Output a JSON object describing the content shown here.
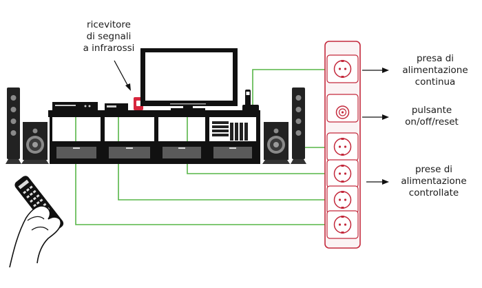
{
  "labels": {
    "ir_receiver": [
      "ricevitore",
      "di segnali",
      "a infrarossi"
    ],
    "continuous_socket": [
      "presa di",
      "alimentazione",
      "continua"
    ],
    "button": [
      "pulsante",
      "on/off/reset"
    ],
    "controlled_sockets": [
      "prese di",
      "alimentazione",
      "controllate"
    ]
  },
  "colors": {
    "wire": "#57b547",
    "strip_outline": "#c3283b",
    "strip_fill": "#fbf3f4",
    "device": "#1e1e1e",
    "receiver": "#d7263d"
  }
}
